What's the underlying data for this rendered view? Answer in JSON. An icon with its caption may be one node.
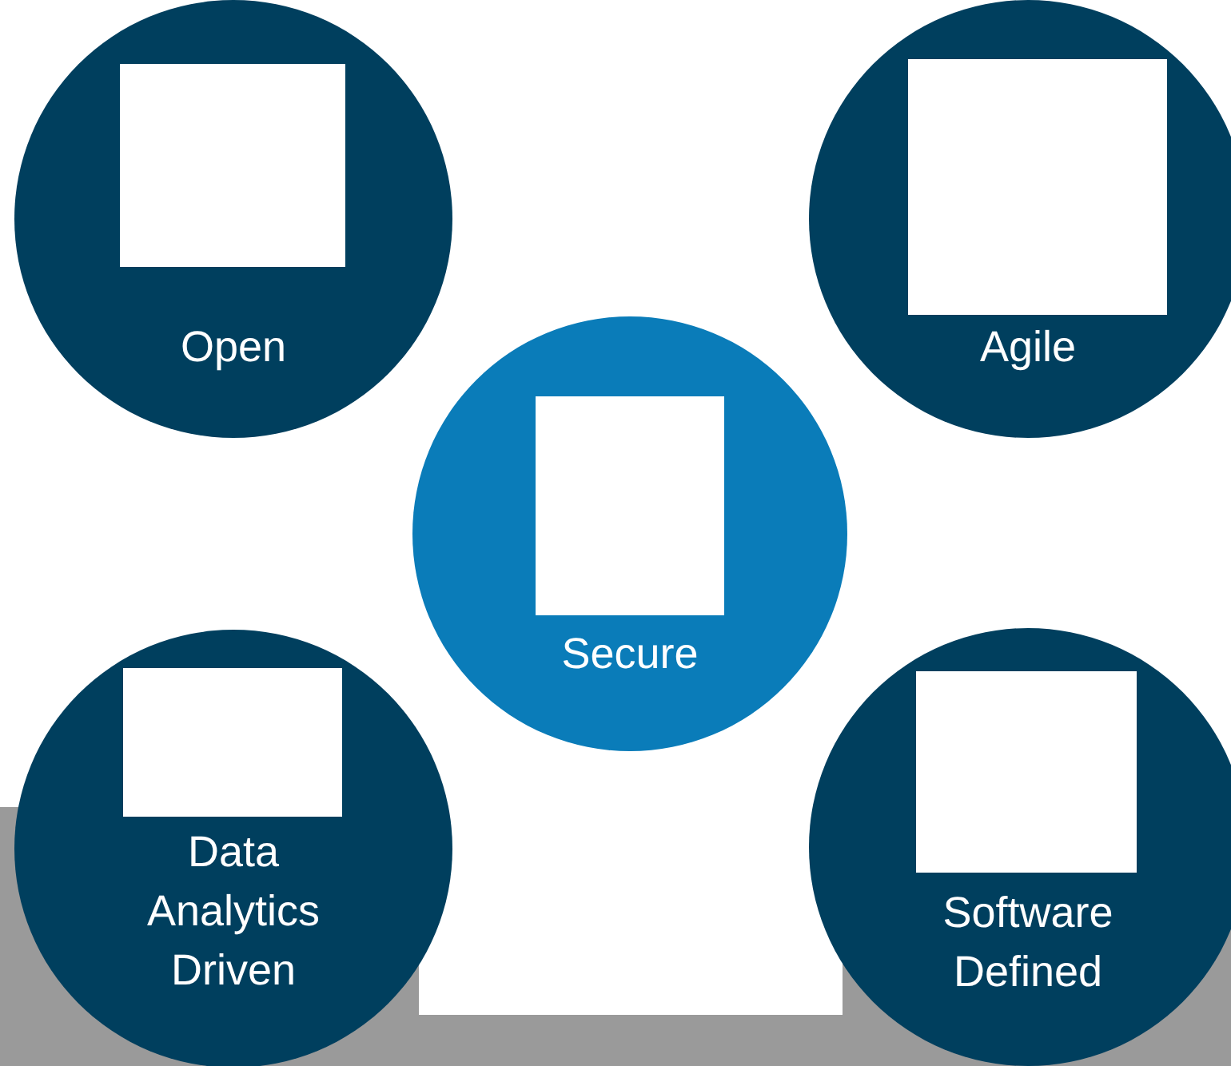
{
  "diagram": {
    "nodes": [
      {
        "text": [
          "Open"
        ]
      },
      {
        "text": [
          "Agile"
        ]
      },
      {
        "text": [
          "Secure"
        ]
      },
      {
        "text": [
          "Data Analytics Driven"
        ]
      },
      {
        "text": [
          "Software Defined"
        ]
      }
    ]
  }
}
